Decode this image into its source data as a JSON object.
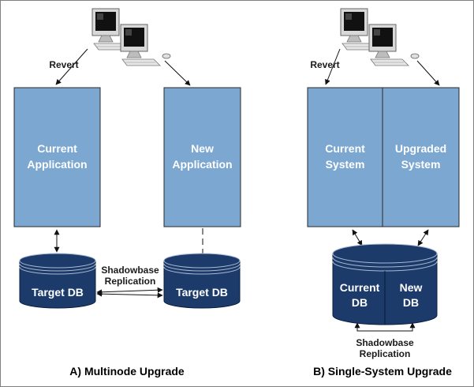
{
  "colors": {
    "box_fill": "#7ba7d1",
    "box_stroke": "#2a2a2a",
    "db_fill": "#1c3b6b",
    "db_stroke": "#0b1f3d",
    "arrow": "#111111"
  },
  "left": {
    "revert_label": "Revert",
    "current_app": {
      "line1": "Current",
      "line2": "Application"
    },
    "new_app": {
      "line1": "New",
      "line2": "Application"
    },
    "target_db_left": "Target DB",
    "target_db_right": "Target DB",
    "replication": {
      "line1": "Shadowbase",
      "line2": "Replication"
    },
    "caption": "A) Multinode Upgrade"
  },
  "right": {
    "revert_label": "Revert",
    "current_system": {
      "line1": "Current",
      "line2": "System"
    },
    "upgraded_system": {
      "line1": "Upgraded",
      "line2": "System"
    },
    "db_current": {
      "line1": "Current",
      "line2": "DB"
    },
    "db_new": {
      "line1": "New",
      "line2": "DB"
    },
    "replication": {
      "line1": "Shadowbase",
      "line2": "Replication"
    },
    "caption": "B) Single-System Upgrade"
  }
}
